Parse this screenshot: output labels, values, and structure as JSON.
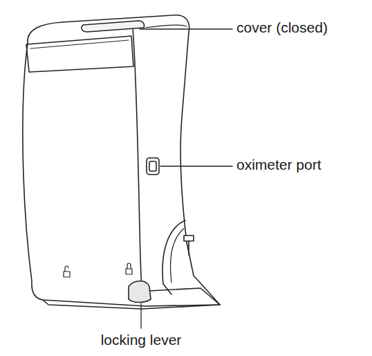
{
  "diagram": {
    "labels": [
      "cover (closed)",
      "oximeter port",
      "locking lever"
    ]
  }
}
